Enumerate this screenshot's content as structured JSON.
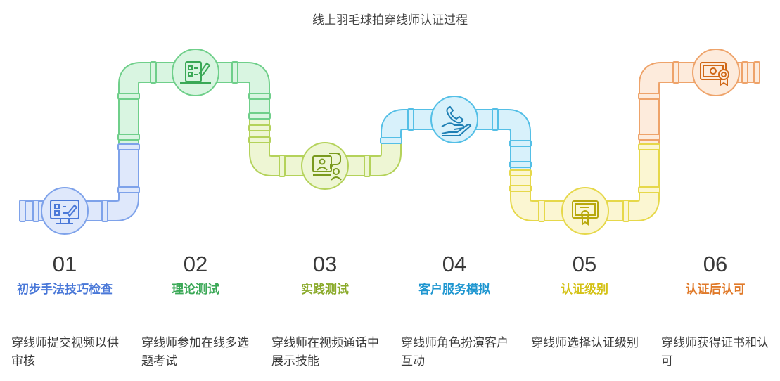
{
  "title": "线上羽毛球拍穿线师认证过程",
  "steps": [
    {
      "num": "01",
      "title": "初步手法技巧检查",
      "desc": "穿线师提交视频以供审核",
      "color": "#4a78d8",
      "icon": "computer-edit-icon"
    },
    {
      "num": "02",
      "title": "理论测试",
      "desc": "穿线师参加在线多选题考试",
      "color": "#3aa856",
      "icon": "quiz-edit-icon"
    },
    {
      "num": "03",
      "title": "实践测试",
      "desc": "穿线师在视频通话中展示技能",
      "color": "#8aaa2a",
      "icon": "video-call-icon"
    },
    {
      "num": "04",
      "title": "客户服务模拟",
      "desc": "穿线师角色扮演客户互动",
      "color": "#1e96d0",
      "icon": "phone-hand-icon"
    },
    {
      "num": "05",
      "title": "认证级别",
      "desc": "穿线师选择认证级别",
      "color": "#d4c216",
      "icon": "certificate-icon"
    },
    {
      "num": "06",
      "title": "认证后认可",
      "desc": "穿线师获得证书和认可",
      "color": "#e07a2a",
      "icon": "award-certificate-icon"
    }
  ]
}
